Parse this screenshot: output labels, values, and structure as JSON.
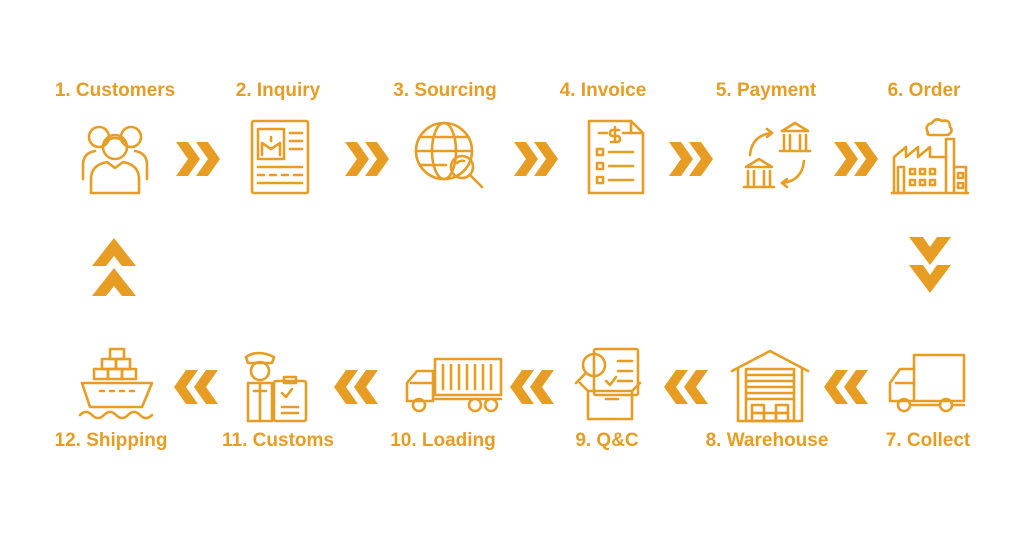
{
  "accent_color": "#E79D24",
  "steps": [
    {
      "label": "1. Customers",
      "icon": "customers-icon"
    },
    {
      "label": "2. Inquiry",
      "icon": "inquiry-document-icon"
    },
    {
      "label": "3. Sourcing",
      "icon": "globe-search-icon"
    },
    {
      "label": "4. Invoice",
      "icon": "invoice-icon"
    },
    {
      "label": "5. Payment",
      "icon": "bank-transfer-icon"
    },
    {
      "label": "6. Order",
      "icon": "factory-icon"
    },
    {
      "label": "7. Collect",
      "icon": "delivery-truck-icon"
    },
    {
      "label": "8. Warehouse",
      "icon": "warehouse-icon"
    },
    {
      "label": "9. Q&C",
      "icon": "inspection-box-icon"
    },
    {
      "label": "10. Loading",
      "icon": "container-truck-icon"
    },
    {
      "label": "11. Customs",
      "icon": "customs-officer-icon"
    },
    {
      "label": "12. Shipping",
      "icon": "cargo-ship-icon"
    }
  ]
}
